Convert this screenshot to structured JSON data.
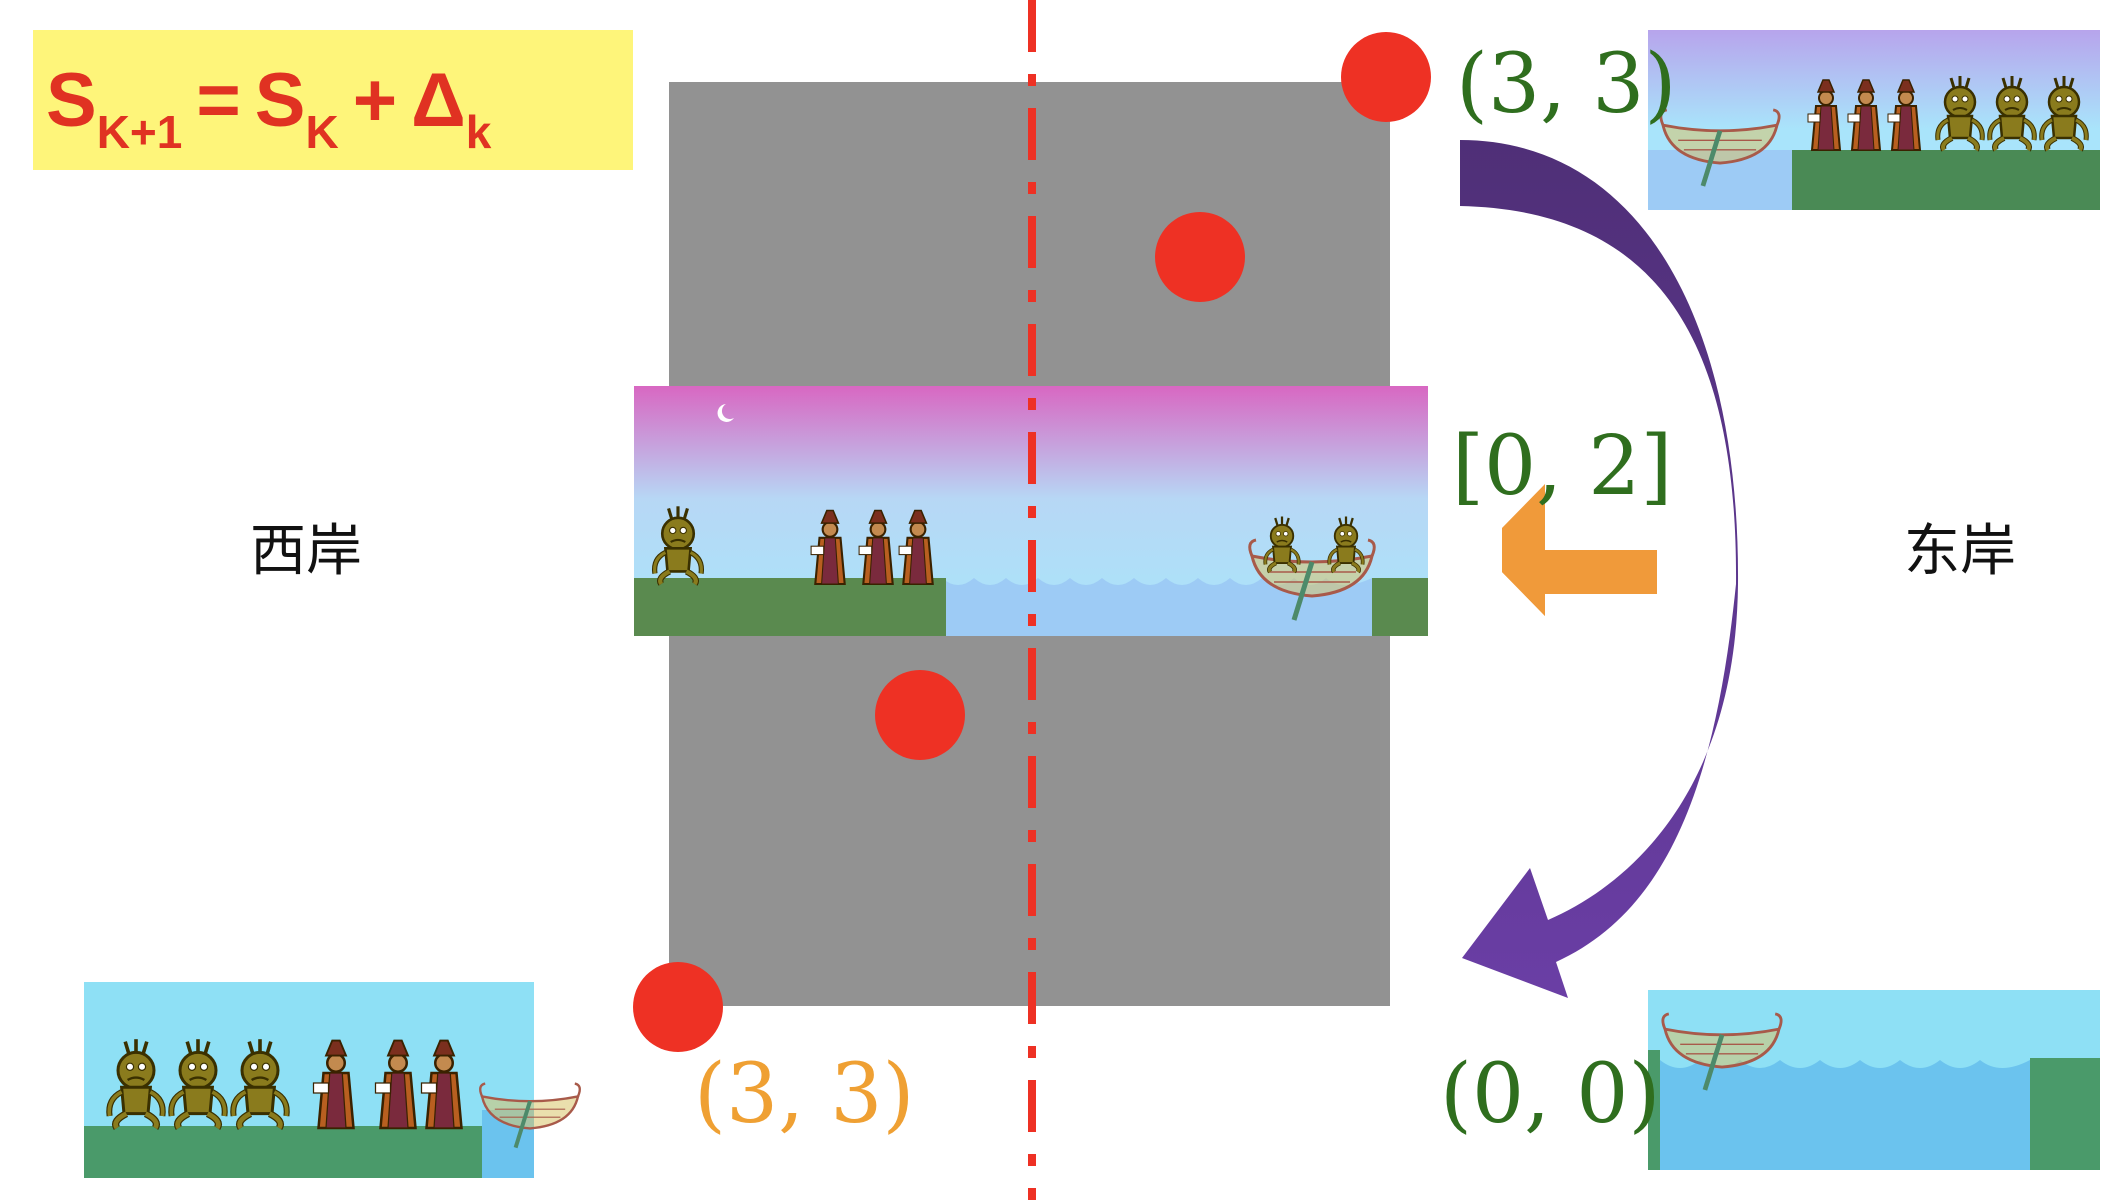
{
  "formula": {
    "s": "S",
    "sub_next": "K+1",
    "equals": "=",
    "sub_k": "K",
    "plus": "+",
    "delta": "Δ",
    "sub_delta": "k"
  },
  "labels": {
    "west_bank": "西岸",
    "east_bank": "东岸"
  },
  "states": {
    "east_start": "(3, 3)",
    "action": "[0, 2]",
    "east_goal": "(0, 0)",
    "west_goal": "(3, 3)"
  },
  "colors": {
    "formula_bg": "#fef57a",
    "formula_text": "#e03222",
    "state_space": "#929292",
    "dot": "#ee3124",
    "axis_line": "#ee3124",
    "green_text": "#2f6e1e",
    "orange_text": "#efa033",
    "purple_arrow": "#5a3191",
    "orange_arrow": "#f09a3a",
    "land": "#5a8a4f",
    "water": "#9dcbf5"
  },
  "icons": {
    "state_dot": "red-circle",
    "transition_arrow": "curved-arrow-down",
    "action_arrow": "left-arrow",
    "monk": "monk-figure",
    "demon": "demon-figure",
    "boat": "boat-icon"
  }
}
